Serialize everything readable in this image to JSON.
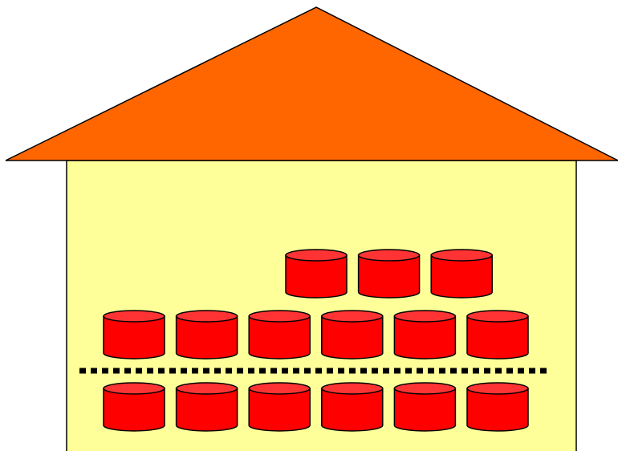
{
  "diagram": {
    "colors": {
      "background": "#ffffff",
      "roof_fill": "#ff6600",
      "wall_fill": "#ffff99",
      "outline": "#000000",
      "cylinder_body": "#ff0000",
      "cylinder_top": "#ff3333",
      "divider": "#000000"
    },
    "shelves": [
      {
        "name": "upper-row",
        "cylinder_count": 3
      },
      {
        "name": "middle-row",
        "cylinder_count": 6
      },
      {
        "name": "lower-row",
        "cylinder_count": 6
      }
    ],
    "divider_style": "dotted"
  }
}
